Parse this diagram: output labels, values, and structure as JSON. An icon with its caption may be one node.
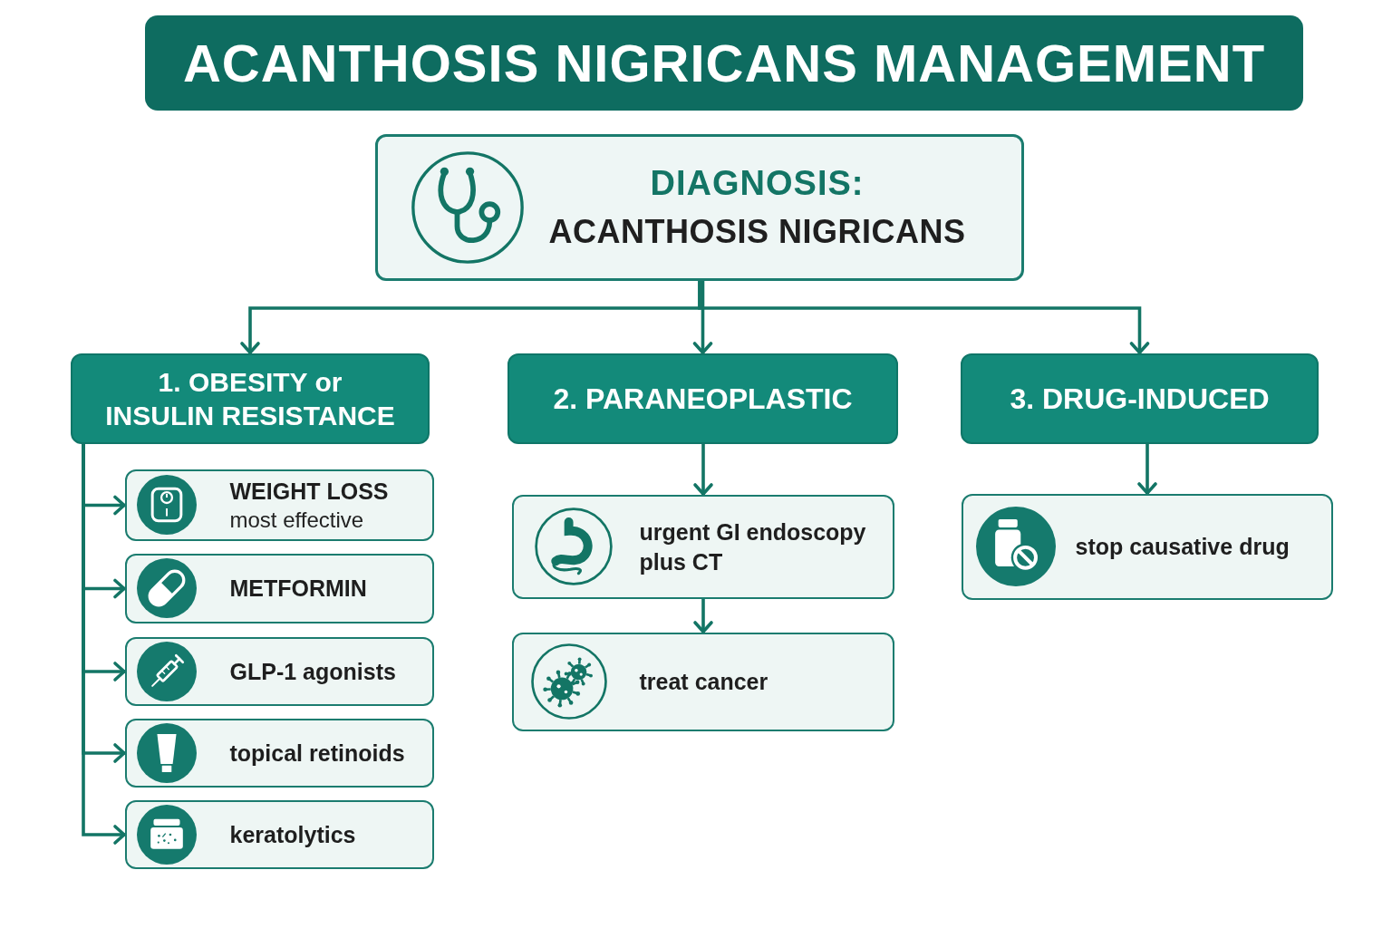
{
  "diagram": {
    "title": "ACANTHOSIS NIGRICANS MANAGEMENT",
    "nodes": [
      {
        "text": [
          "DIAGNOSIS:",
          "ACANTHOSIS NIGRICANS"
        ]
      },
      {
        "text": [
          "1. OBESITY or INSULIN RESISTANCE"
        ]
      },
      {
        "text": [
          "2. PARANEOPLASTIC"
        ]
      },
      {
        "text": [
          "3. DRUG-INDUCED"
        ]
      },
      {
        "text": [
          "WEIGHT LOSS",
          "most effective"
        ]
      },
      {
        "text": [
          "METFORMIN"
        ]
      },
      {
        "text": [
          "GLP-1 agonists"
        ]
      },
      {
        "text": [
          "topical retinoids"
        ]
      },
      {
        "text": [
          "keratolytics"
        ]
      },
      {
        "text": [
          "urgent GI endoscopy plus CT"
        ]
      },
      {
        "text": [
          "treat cancer"
        ]
      },
      {
        "text": [
          "stop causative drug"
        ]
      }
    ],
    "edges": [
      {
        "from": 0,
        "to": 1,
        "arrow": "to"
      },
      {
        "from": 0,
        "to": 2,
        "arrow": "to"
      },
      {
        "from": 0,
        "to": 3,
        "arrow": "to"
      },
      {
        "from": 1,
        "to": 4,
        "arrow": "to"
      },
      {
        "from": 1,
        "to": 5,
        "arrow": "to"
      },
      {
        "from": 1,
        "to": 6,
        "arrow": "to"
      },
      {
        "from": 1,
        "to": 7,
        "arrow": "to"
      },
      {
        "from": 1,
        "to": 8,
        "arrow": "to"
      },
      {
        "from": 2,
        "to": 9,
        "arrow": "to"
      },
      {
        "from": 9,
        "to": 10,
        "arrow": "to"
      },
      {
        "from": 3,
        "to": 11,
        "arrow": "to"
      }
    ]
  }
}
